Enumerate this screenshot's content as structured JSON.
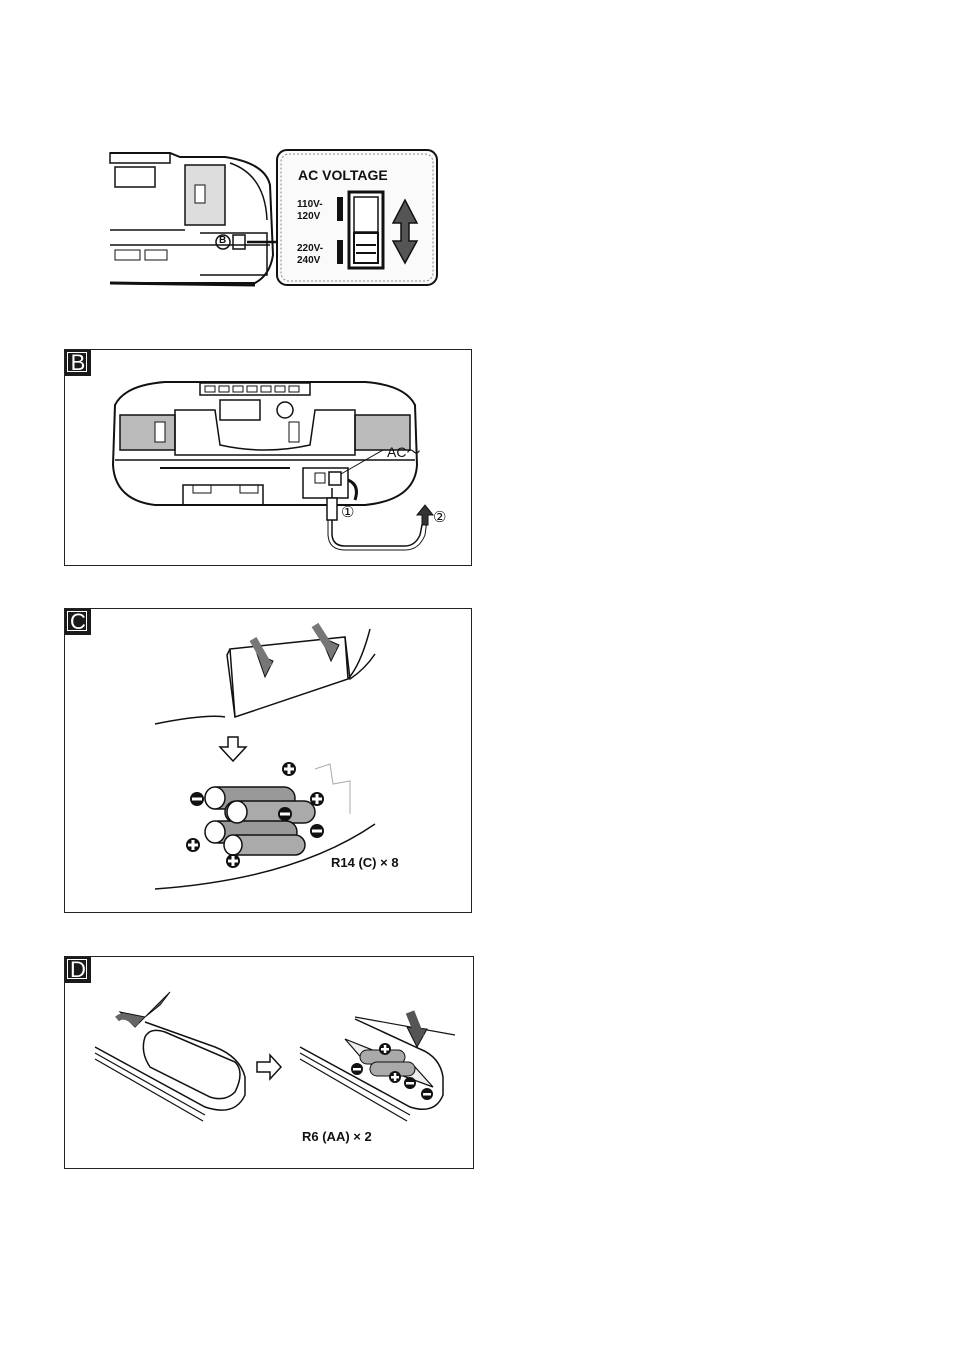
{
  "panel_a": {
    "title": "AC VOLTAGE",
    "low_line1": "110V-",
    "low_line2": "120V",
    "high_line1": "220V-",
    "high_line2": "240V",
    "jack_label": "B"
  },
  "panel_b": {
    "tag": "B",
    "ac_label": "AC～",
    "step1": "①",
    "step2": "②"
  },
  "panel_c": {
    "tag": "C",
    "battery_label": "R14 (C) × 8"
  },
  "panel_d": {
    "tag": "D",
    "battery_label": "R6 (AA) × 2"
  }
}
